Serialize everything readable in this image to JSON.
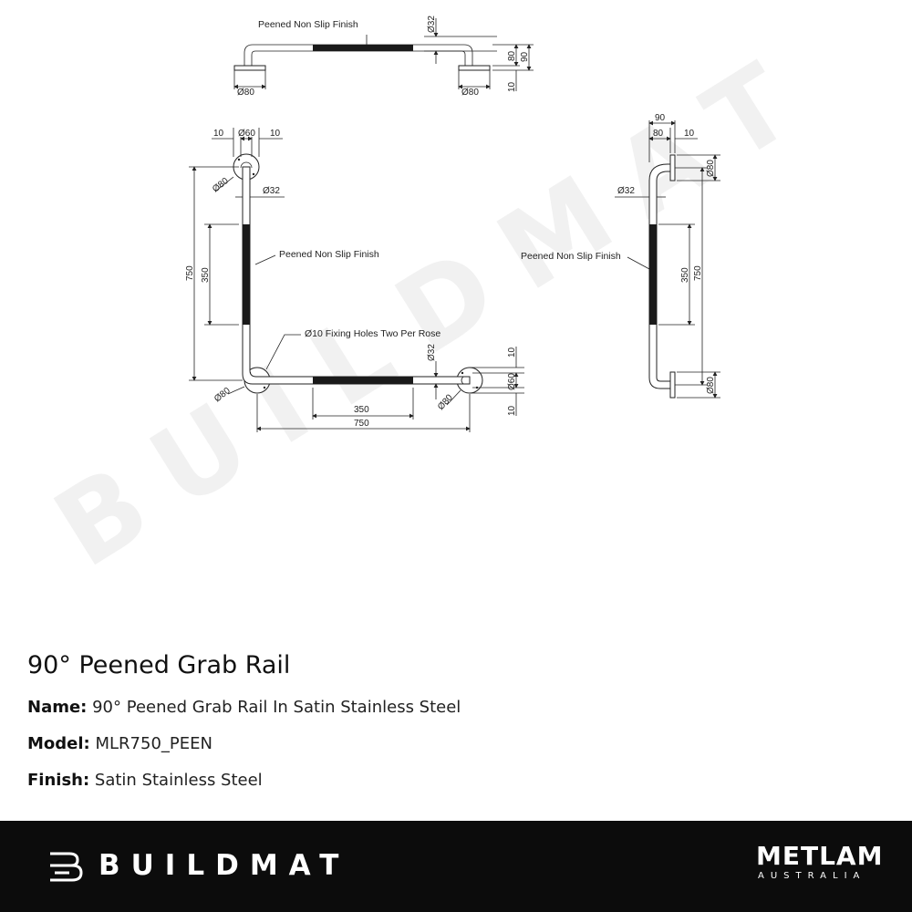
{
  "drawing": {
    "watermark": "BUILDMAT",
    "labels": {
      "peened": "Peened Non Slip Finish",
      "fixing": "Ø10 Fixing Holes Two Per Rose",
      "d32": "Ø32",
      "d80": "Ø80",
      "d60": "Ø60",
      "n10": "10",
      "n80": "80",
      "n90": "90",
      "n350": "350",
      "n750": "750"
    }
  },
  "product": {
    "title": "90° Peened Grab Rail",
    "name_label": "Name:",
    "name_value": "90° Peened Grab Rail In Satin Stainless Steel",
    "model_label": "Model:",
    "model_value": "MLR750_PEEN",
    "finish_label": "Finish:",
    "finish_value": "Satin Stainless Steel"
  },
  "footer": {
    "left_brand": "BUILDMAT",
    "right_brand": "METLAM",
    "right_sub": "AUSTRALIA",
    "background": "#0c0c0c"
  }
}
